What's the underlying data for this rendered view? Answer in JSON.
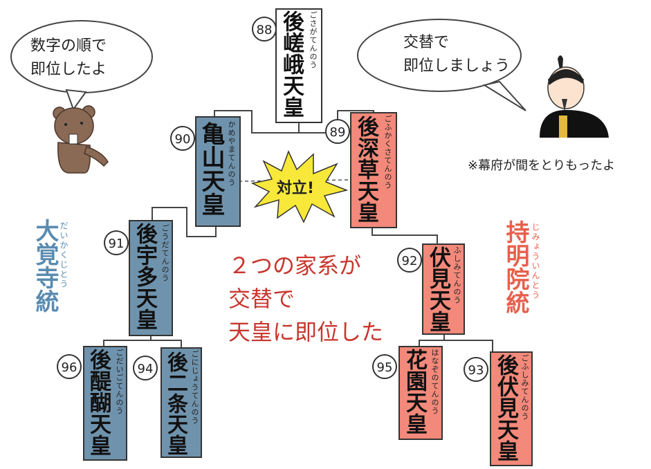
{
  "speech_left": "数字の順で\n即位したよ",
  "speech_right": "交替で\n即位しましょう",
  "note_shogunate": "※幕府が間をとりもったよ",
  "conflict_label": "対立!",
  "center_message": "２つの家系が\n交替で\n天皇に即位した",
  "faction_left": {
    "name": "大覚寺統",
    "reading": "だいかくじとう",
    "color": "#5a8bb0"
  },
  "faction_right": {
    "name": "持明院統",
    "reading": "じみょういんとう",
    "color": "#e8604c"
  },
  "colors": {
    "blue": "#6f93ad",
    "red": "#f2897a",
    "center_text": "#c8362d"
  },
  "emperors": [
    {
      "id": "e88",
      "number": "88",
      "name": "後嵯峨天皇",
      "reading": "ごさがてんのう"
    },
    {
      "id": "e89",
      "number": "89",
      "name": "後深草天皇",
      "reading": "ごふかくさてんのう"
    },
    {
      "id": "e90",
      "number": "90",
      "name": "亀山天皇",
      "reading": "かめやまてんのう"
    },
    {
      "id": "e91",
      "number": "91",
      "name": "後宇多天皇",
      "reading": "ごうだてんのう"
    },
    {
      "id": "e92",
      "number": "92",
      "name": "伏見天皇",
      "reading": "ふしみてんのう"
    },
    {
      "id": "e93",
      "number": "93",
      "name": "後伏見天皇",
      "reading": "ごふしみてんのう"
    },
    {
      "id": "e94",
      "number": "94",
      "name": "後二条天皇",
      "reading": "ごにじょうてんのう"
    },
    {
      "id": "e95",
      "number": "95",
      "name": "花園天皇",
      "reading": "はなぞのてんのう"
    },
    {
      "id": "e96",
      "number": "96",
      "name": "後醍醐天皇",
      "reading": "ごだいごてんのう"
    }
  ]
}
